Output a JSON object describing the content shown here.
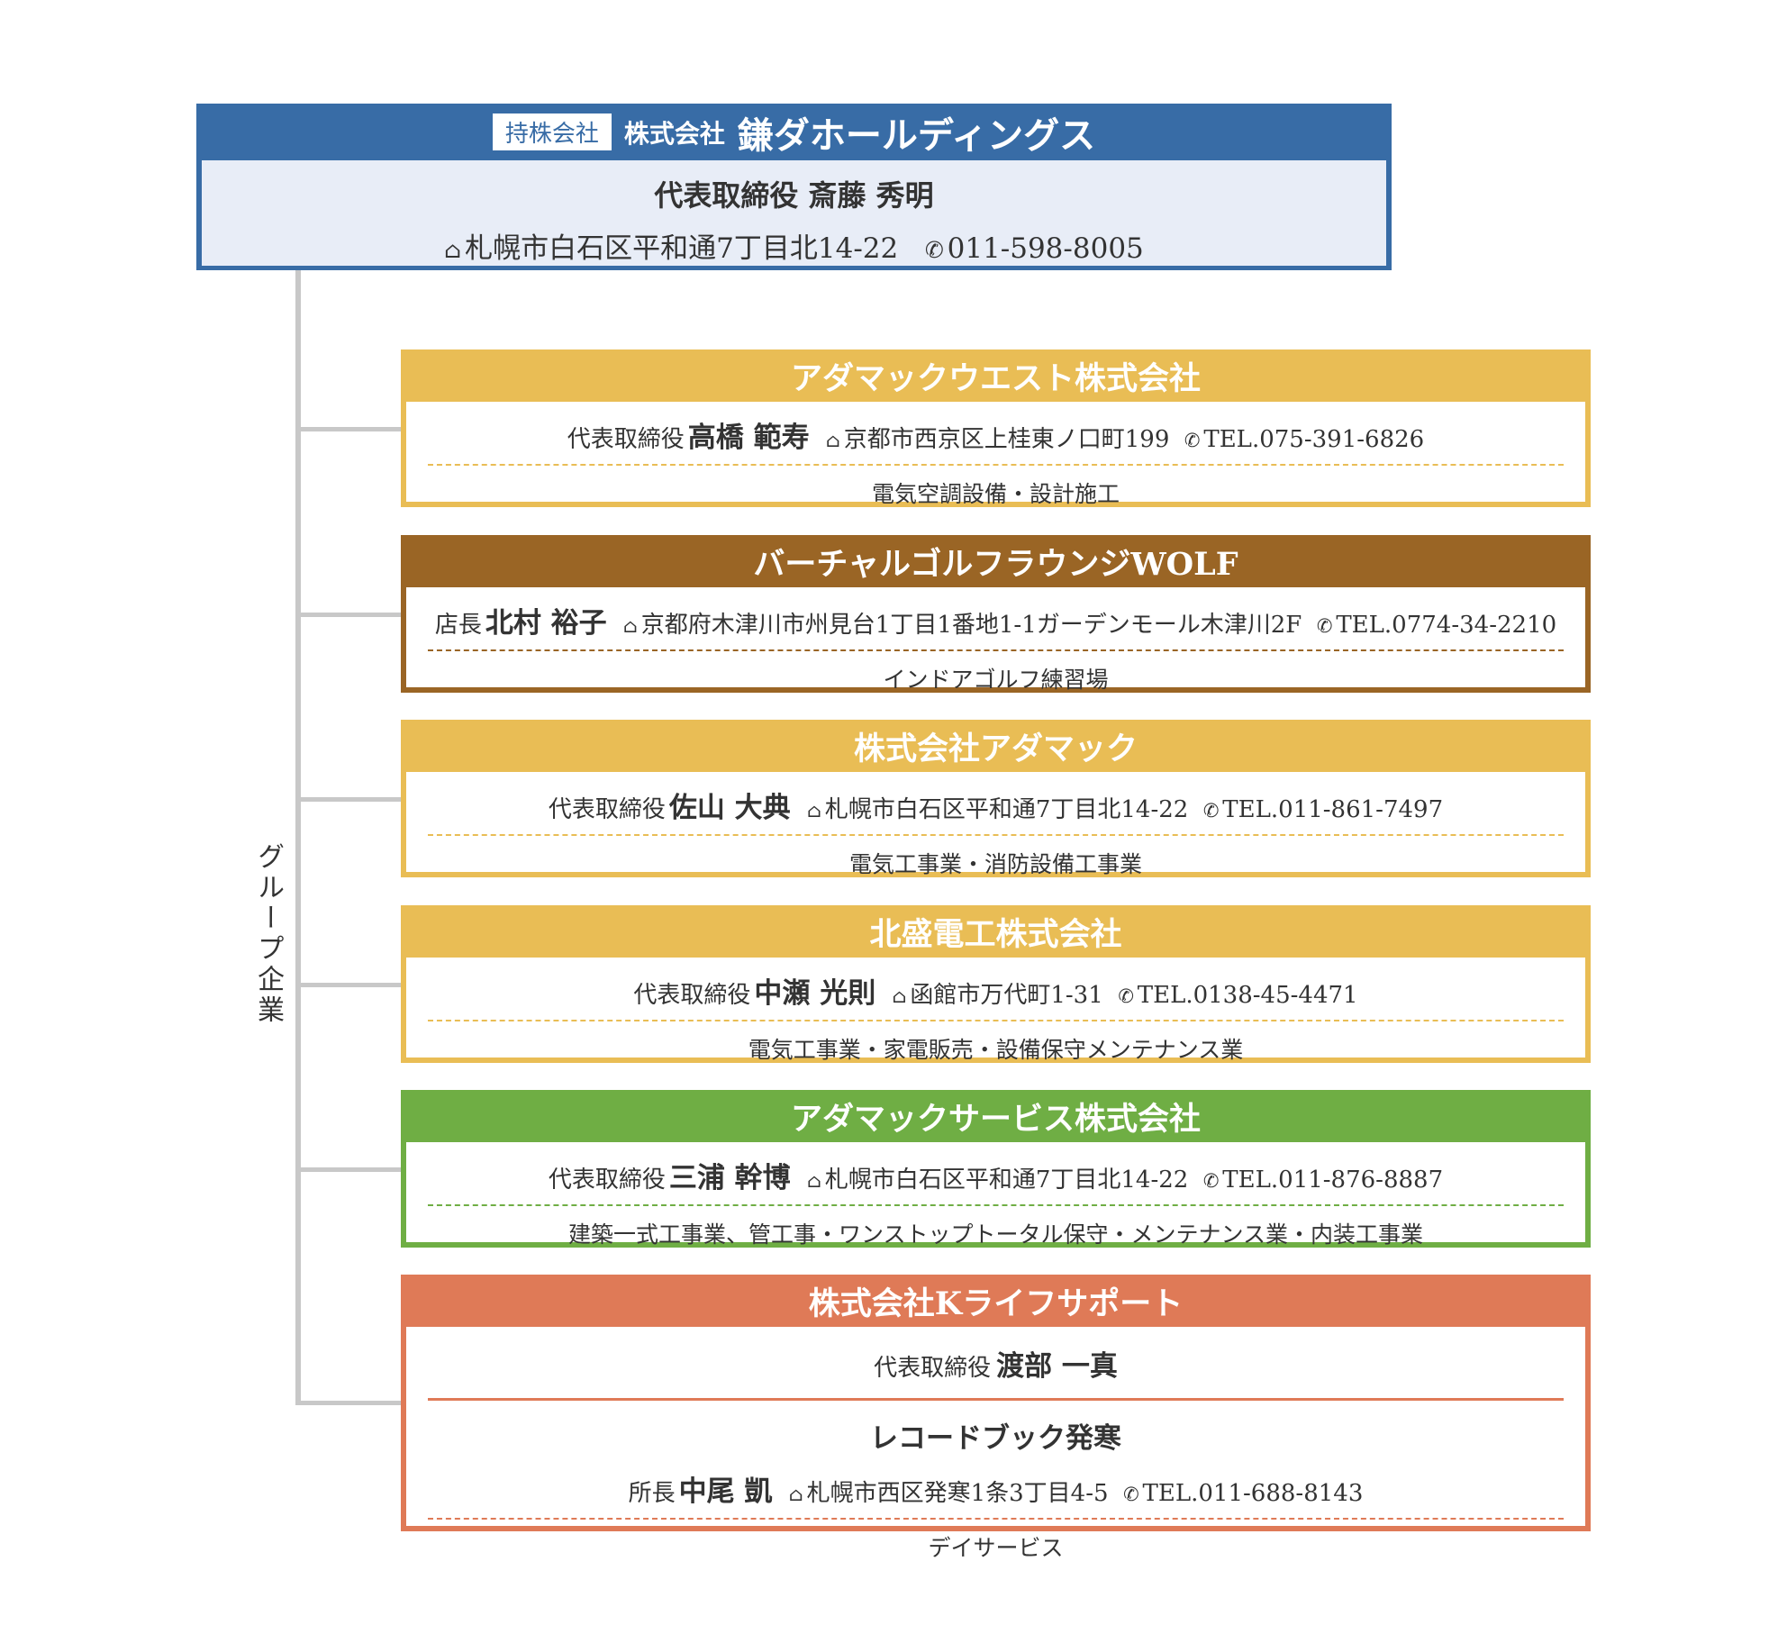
{
  "holding": {
    "tag": "持株会社",
    "prefix": "株式会社",
    "name": "鎌ダホールディングス",
    "rep_title": "代表取締役",
    "rep_name": "斎藤 秀明",
    "address": "札幌市白石区平和通7丁目北14-22",
    "phone": "011-598-8005",
    "color": "#386ca6"
  },
  "group_label": "グループ企業",
  "companies": [
    {
      "name": "アダマックウエスト株式会社",
      "color": "#e9bd55",
      "rep_title": "代表取締役",
      "rep_name": "高橋 範寿",
      "address": "京都市西京区上桂東ノ口町199",
      "phone": "TEL.075-391-6826",
      "business": "電気空調設備・設計施工"
    },
    {
      "name": "バーチャルゴルフラウンジWOLF",
      "color": "#9a6525",
      "rep_title": "店長",
      "rep_name": "北村 裕子",
      "address": "京都府木津川市州見台1丁目1番地1-1ガーデンモール木津川2F",
      "phone": "TEL.0774-34-2210",
      "business": "インドアゴルフ練習場"
    },
    {
      "name": "株式会社アダマック",
      "color": "#e9bd55",
      "rep_title": "代表取締役",
      "rep_name": "佐山 大典",
      "address": "札幌市白石区平和通7丁目北14-22",
      "phone": "TEL.011-861-7497",
      "business": "電気工事業・消防設備工事業"
    },
    {
      "name": "北盛電工株式会社",
      "color": "#e9bd55",
      "rep_title": "代表取締役",
      "rep_name": "中瀬 光則",
      "address": "函館市万代町1-31",
      "phone": "TEL.0138-45-4471",
      "business": "電気工事業・家電販売・設備保守メンテナンス業"
    },
    {
      "name": "アダマックサービス株式会社",
      "color": "#6fae44",
      "rep_title": "代表取締役",
      "rep_name": "三浦 幹博",
      "address": "札幌市白石区平和通7丁目北14-22",
      "phone": "TEL.011-876-8887",
      "business": "建築一式工事業、管工事・ワンストップトータル保守・メンテナンス業・内装工事業"
    },
    {
      "name": "株式会社Kライフサポート",
      "color": "#df7a57",
      "rep_title": "代表取締役",
      "rep_name": "渡部 一真",
      "sub_office": {
        "name": "レコードブック発寒",
        "rep_title": "所長",
        "rep_name": "中尾 凱",
        "address": "札幌市西区発寒1条3丁目4-5",
        "phone": "TEL.011-688-8143",
        "business": "デイサービス"
      }
    }
  ]
}
